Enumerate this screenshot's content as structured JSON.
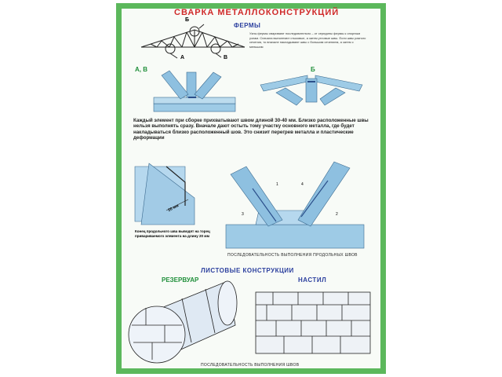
{
  "poster": {
    "title": "СВАРКА МЕТАЛЛОКОНСТРУКЦИЙ",
    "trusses": {
      "heading": "ФЕРМЫ",
      "label_a": "А",
      "label_b": "Б",
      "label_v": "В",
      "label_av": "А, В",
      "label_b2": "Б",
      "note": "Узлы фермы сваривают последовательно – от середины фермы к опорным узлам. Сначала выполняют стыковые, а затем угловые швы. Если швы разного сечения, то вначале накладывают швы с большим сечением, а затем с меньшим"
    },
    "main_text": "Каждый элемент при сборке прихватывают швом длиной 30-40 мм. Близко расположенные швы нельзя выполнять сразу. Вначале дают остыть тому участку основного металла, где будет накладываться близко расположенный шов. Это снизит перегрев металла и пластические деформации",
    "detail": {
      "dimension": "20 мм",
      "caption": "Конец продольного шва выводят на торец привариваемого элемента на длину 20 мм"
    },
    "joint": {
      "num1": "1",
      "num2": "2",
      "num3": "3",
      "num4": "4",
      "caption": "ПОСЛЕДОВАТЕЛЬНОСТЬ ВЫПОЛНЕНИЯ ПРОДОЛЬНЫХ ШВОВ"
    },
    "sheet": {
      "heading": "ЛИСТОВЫЕ КОНСТРУКЦИИ",
      "tank": "РЕЗЕРВУАР",
      "deck": "НАСТИЛ",
      "caption": "ПОСЛЕДОВАТЕЛЬНОСТЬ ВЫПОЛНЕНИЯ ШВОВ"
    }
  },
  "colors": {
    "frame": "#5cb85c",
    "title": "#d02a2a",
    "heading": "#2b3f9e",
    "steel": "#9ecbe6",
    "weld": "#3f6fb2"
  }
}
